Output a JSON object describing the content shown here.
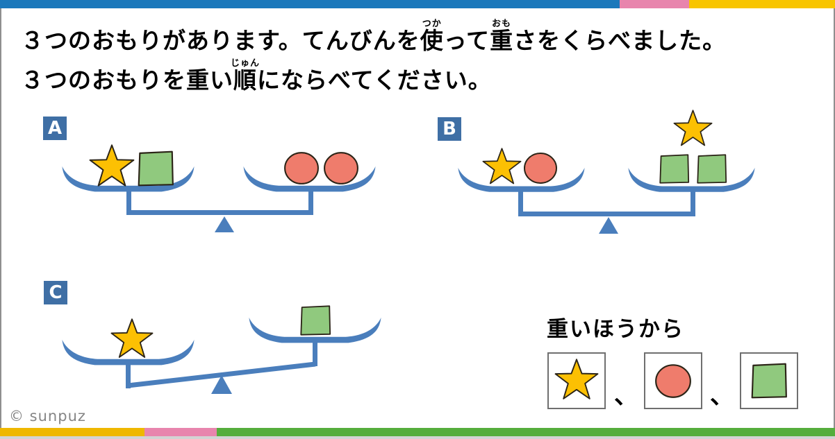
{
  "page": {
    "top_bar": {
      "colors": [
        "#1b78bb",
        "#e885ad",
        "#f8c500"
      ]
    },
    "bottom_bar": {
      "colors": [
        "#efb700",
        "#e885ad",
        "#55ad3c"
      ]
    },
    "side_border_color": "#8f8f8f",
    "background": "#ffffff"
  },
  "title": {
    "line1": {
      "seg1": "３つのおもりがあります。てんびんを",
      "ruby1_base": "使",
      "ruby1_rt": "つか",
      "seg2": "って",
      "ruby2_base": "重",
      "ruby2_rt": "おも",
      "seg3": "さをくらべました。"
    },
    "line2": {
      "seg1": "３つのおもりを重い",
      "ruby1_base": "順",
      "ruby1_rt": "じゅん",
      "seg2": "にならべてください。"
    }
  },
  "scales": {
    "a": {
      "label": "A",
      "left_pan": [
        "star",
        "square"
      ],
      "right_pan": [
        "circle",
        "circle"
      ],
      "state": "balanced"
    },
    "b": {
      "label": "B",
      "left_pan": [
        "star",
        "circle"
      ],
      "right_pan": [
        "square",
        "square",
        "star"
      ],
      "state": "balanced"
    },
    "c": {
      "label": "C",
      "left_pan": [
        "star"
      ],
      "right_pan": [
        "square"
      ],
      "state": "left-side-down"
    }
  },
  "answer": {
    "heading": "重いほうから",
    "separator": "、",
    "slots": [
      "star",
      "circle",
      "square"
    ]
  },
  "footer": {
    "copyright": "© sunpuz"
  },
  "colors": {
    "star_fill": "#fcc003",
    "square_fill": "#90c97e",
    "circle_fill": "#ef7c6c",
    "scale_blue": "#4a7ebc",
    "label_bg": "#3f6fa5",
    "shape_outline": "#2b2417",
    "answer_box_border": "#6f6f6f",
    "copyright_gray": "#858585"
  }
}
